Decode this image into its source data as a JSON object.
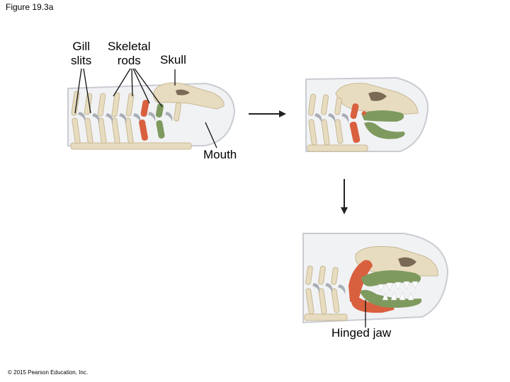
{
  "figure": {
    "title": "Figure 19.3a"
  },
  "labels": {
    "gill_slits_line1": "Gill",
    "gill_slits_line2": "slits",
    "skeletal_rods_line1": "Skeletal",
    "skeletal_rods_line2": "rods",
    "skull": "Skull",
    "mouth": "Mouth",
    "hinged_jaw": "Hinged jaw"
  },
  "colors": {
    "head_fill": "#f1f2f4",
    "head_stroke": "#c9ccd1",
    "bone": "#e8dcc0",
    "bone_stroke": "#c7b894",
    "gill_slit": "#a9adb5",
    "rod_red": "#d9603f",
    "rod_green": "#7e9a5e",
    "teeth": "#ffffff",
    "arrow": "#222222"
  },
  "footer": {
    "copyright": "© 2015 Pearson Education, Inc."
  }
}
